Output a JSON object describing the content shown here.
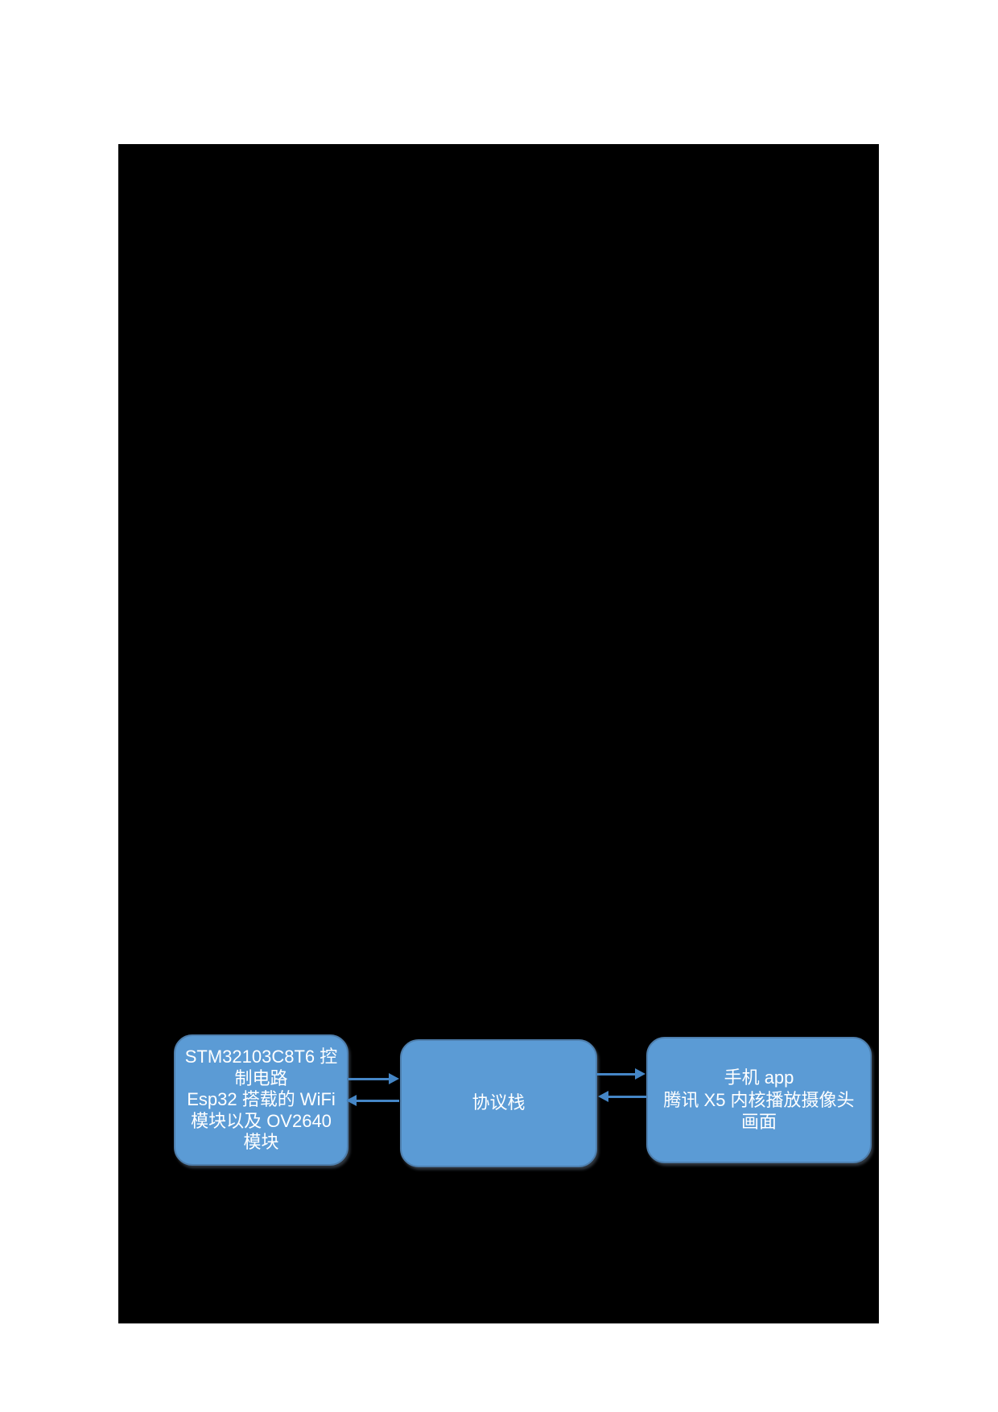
{
  "figure": {
    "type": "flowchart",
    "page_background": "#ffffff",
    "figure_background": "#000000",
    "node_fill": "#5b9bd5",
    "node_border": "#4e7fae",
    "arrow_color": "#4586c6",
    "text_color": "#ffffff",
    "nodes": [
      {
        "id": "device-module",
        "lines": [
          "STM32103C8T6 控",
          "制电路",
          "Esp32 搭载的 WiFi",
          "模块以及 OV2640",
          "模块"
        ]
      },
      {
        "id": "protocol-stack",
        "lines": [
          "协议栈"
        ]
      },
      {
        "id": "phone-app",
        "lines": [
          "手机 app",
          "腾讯 X5 内核播放摄像头",
          "画面"
        ]
      }
    ],
    "connections": [
      {
        "from": "device-module",
        "to": "protocol-stack",
        "direction": "right"
      },
      {
        "from": "protocol-stack",
        "to": "device-module",
        "direction": "left"
      },
      {
        "from": "protocol-stack",
        "to": "phone-app",
        "direction": "right"
      },
      {
        "from": "phone-app",
        "to": "protocol-stack",
        "direction": "left"
      }
    ]
  }
}
